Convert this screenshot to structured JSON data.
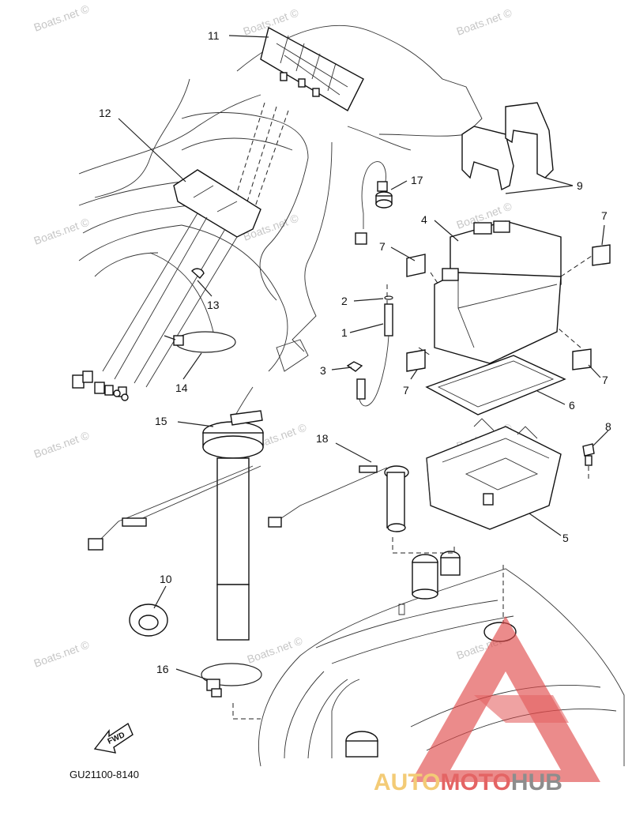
{
  "watermark": "Boats.net ©",
  "diagram_code": "GU21100-8140",
  "fwd_label": "FWD",
  "logo": {
    "part1": "AUTO",
    "part2": "MOTO",
    "part3": "HUB",
    "color_primary": "#f2c25f",
    "color_accent": "#e04a4a",
    "color_dark": "#7a7a7a"
  },
  "callouts": [
    "11",
    "12",
    "17",
    "9",
    "4",
    "7",
    "7",
    "2",
    "1",
    "13",
    "14",
    "3",
    "7",
    "7",
    "6",
    "8",
    "15",
    "18",
    "5",
    "10",
    "16"
  ]
}
